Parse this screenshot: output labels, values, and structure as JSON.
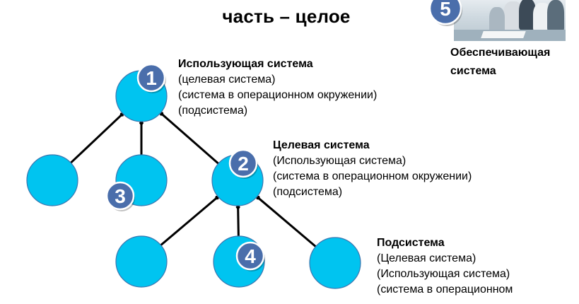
{
  "title": "часть – целое",
  "nodes": [
    {
      "id": "n1",
      "badge": "1"
    },
    {
      "id": "n2",
      "badge": "2"
    },
    {
      "id": "n3",
      "badge": "3"
    },
    {
      "id": "n4",
      "badge": "4"
    },
    {
      "id": "n5",
      "badge": ""
    },
    {
      "id": "n6",
      "badge": ""
    },
    {
      "id": "n7",
      "badge": ""
    }
  ],
  "edges": [
    {
      "from": "n1",
      "to": "n5"
    },
    {
      "from": "n1",
      "to": "n3"
    },
    {
      "from": "n1",
      "to": "n2"
    },
    {
      "from": "n2",
      "to": "n6"
    },
    {
      "from": "n2",
      "to": "n4"
    },
    {
      "from": "n2",
      "to": "n7"
    }
  ],
  "photo_badge": "5",
  "photo_caption_line1": "Обеспечивающая",
  "photo_caption_line2": "система",
  "block1": {
    "heading": "Использующая система",
    "lines": [
      "(целевая система)",
      "(система в операционном окружении)",
      "(подсистема)"
    ]
  },
  "block2": {
    "heading": "Целевая система",
    "lines": [
      "(Использующая система)",
      "(система в операционном окружении)",
      "(подсистема)"
    ]
  },
  "block3": {
    "heading": "Подсистема",
    "lines": [
      "(Целевая система)",
      "(Использующая система)",
      "(система в операционном"
    ]
  },
  "colors": {
    "node_fill": "#00c4f0",
    "node_stroke": "#3a77b0",
    "badge_fill": "#4a6eab",
    "badge_stroke": "#ffffff",
    "edge": "#000000"
  }
}
